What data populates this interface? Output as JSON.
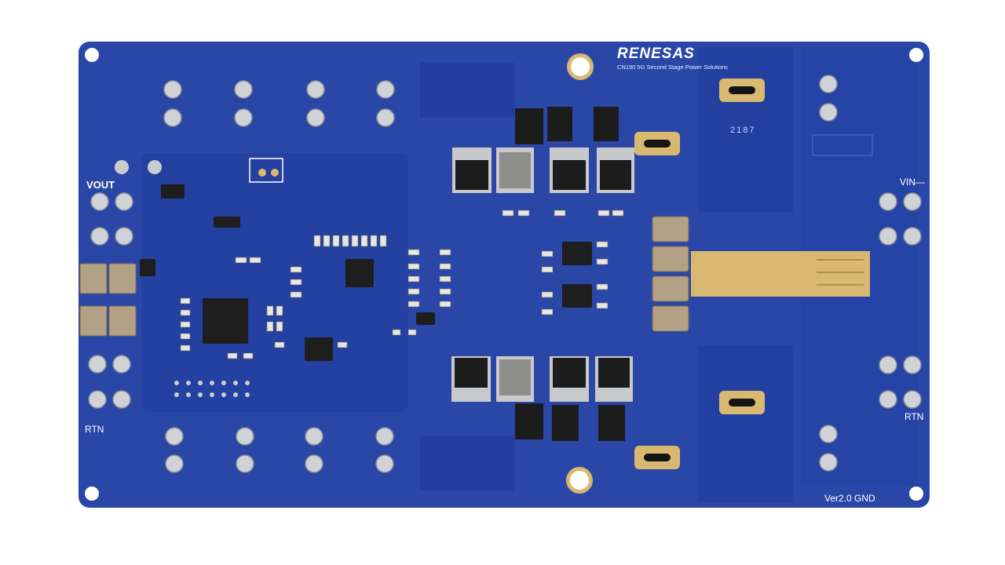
{
  "board": {
    "brand": "RENESAS",
    "subtitle": "CN190 5G Second Stage Power Solutions",
    "labels": {
      "vout": "VOUT",
      "rtn_left": "RTN",
      "vin": "VIN—",
      "rtn_right": "RTN",
      "version": "Ver2.0 GND",
      "silk_code": "2187"
    },
    "colors": {
      "pcb": "#2a47a8",
      "pcb_dark": "#1f378c",
      "silk": "#ffffff",
      "gold": "#d9b872",
      "copper": "#c9a26a",
      "background": "#ffffff"
    }
  }
}
